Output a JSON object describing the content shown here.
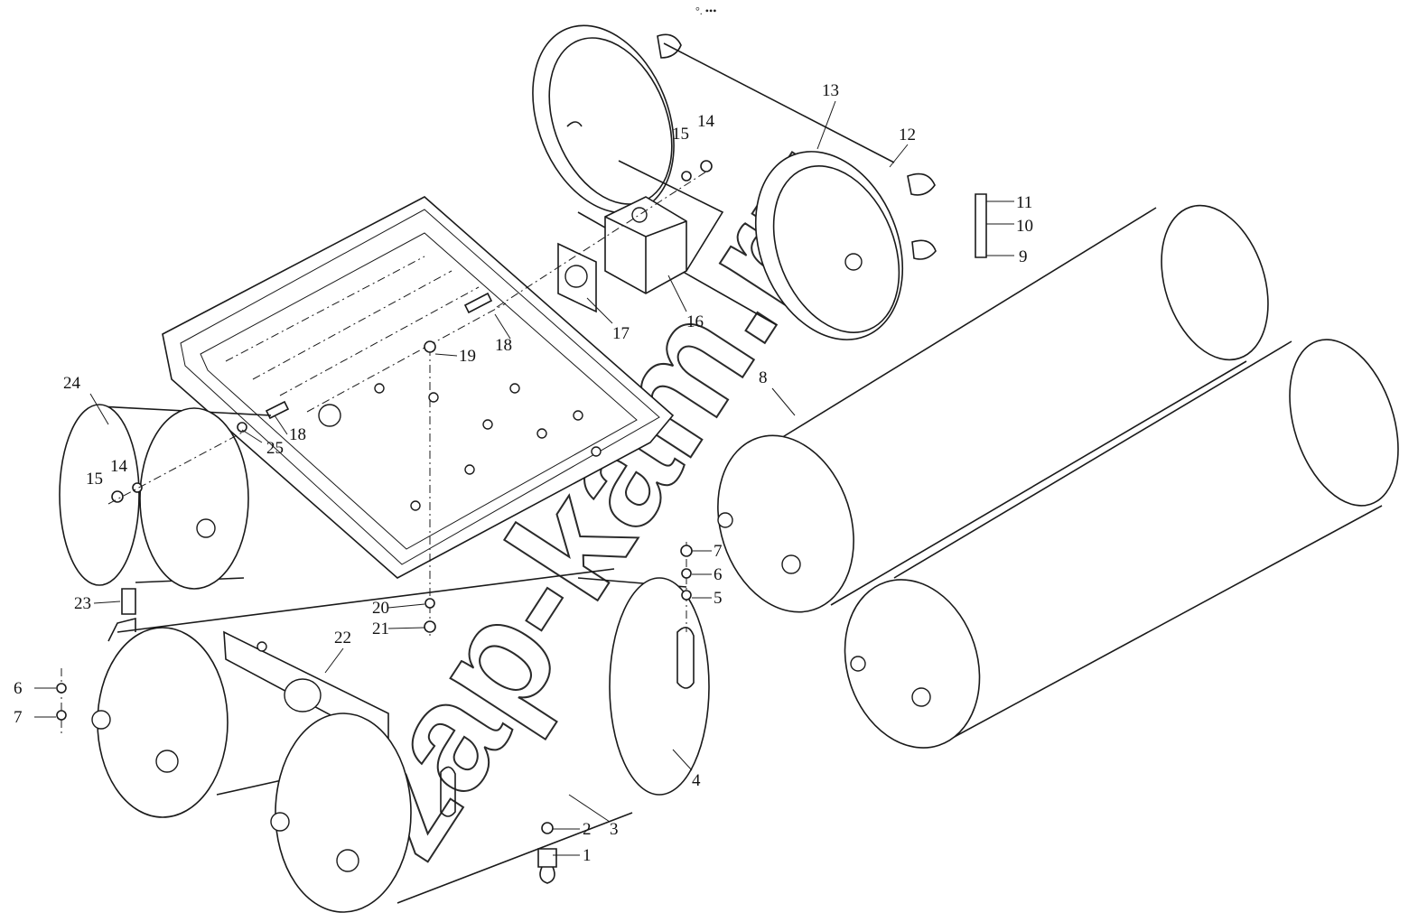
{
  "header_mark": "°. •••",
  "watermark": "zap-kam.ru",
  "callouts": [
    {
      "id": "c1",
      "text": "1"
    },
    {
      "id": "c2",
      "text": "2"
    },
    {
      "id": "c3",
      "text": "3"
    },
    {
      "id": "c4",
      "text": "4"
    },
    {
      "id": "c5",
      "text": "5"
    },
    {
      "id": "c6a",
      "text": "6"
    },
    {
      "id": "c6b",
      "text": "6"
    },
    {
      "id": "c7a",
      "text": "7"
    },
    {
      "id": "c7b",
      "text": "7"
    },
    {
      "id": "c8",
      "text": "8"
    },
    {
      "id": "c9",
      "text": "9"
    },
    {
      "id": "c10",
      "text": "10"
    },
    {
      "id": "c11",
      "text": "11"
    },
    {
      "id": "c12",
      "text": "12"
    },
    {
      "id": "c13",
      "text": "13"
    },
    {
      "id": "c14a",
      "text": "14"
    },
    {
      "id": "c14b",
      "text": "14"
    },
    {
      "id": "c15a",
      "text": "15"
    },
    {
      "id": "c15b",
      "text": "15"
    },
    {
      "id": "c16",
      "text": "16"
    },
    {
      "id": "c17",
      "text": "17"
    },
    {
      "id": "c18a",
      "text": "18"
    },
    {
      "id": "c18b",
      "text": "18"
    },
    {
      "id": "c19",
      "text": "19"
    },
    {
      "id": "c20",
      "text": "20"
    },
    {
      "id": "c21",
      "text": "21"
    },
    {
      "id": "c22",
      "text": "22"
    },
    {
      "id": "c23",
      "text": "23"
    },
    {
      "id": "c24",
      "text": "24"
    },
    {
      "id": "c25",
      "text": "25"
    }
  ]
}
